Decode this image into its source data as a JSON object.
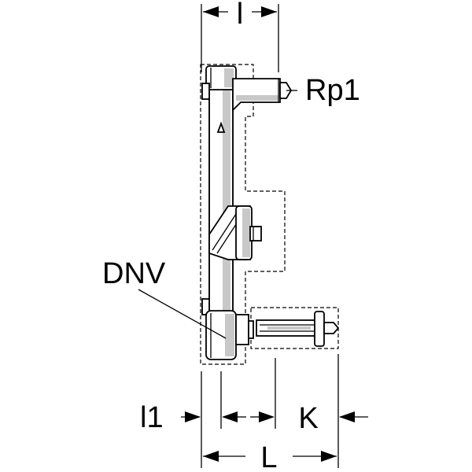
{
  "labels": {
    "dim_l": "l",
    "connection": "Rp1",
    "drain": "DNV",
    "dim_l1": "l1",
    "dim_k": "K",
    "dim_L": "L"
  }
}
